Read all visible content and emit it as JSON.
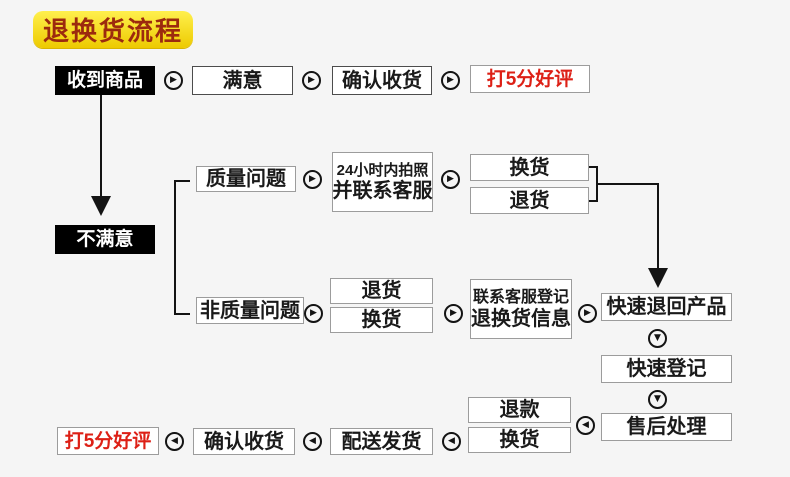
{
  "title": {
    "label": "退换货流程"
  },
  "colors": {
    "page-bg": "#f5f5f5",
    "box-bg": "#ffffff",
    "border-gray": "#9c9c9c",
    "border-dark": "#4c4c4c",
    "line-black": "#141414",
    "accent-red": "#dd2016",
    "title-text": "#9c2a0e",
    "title-bg-top": "#fff04d",
    "title-bg-bottom": "#edca00"
  },
  "icons": {
    "arrow_right": "▶",
    "arrow_down": "▼",
    "arrow_left": "◀"
  },
  "nodes": {
    "received": "收到商品",
    "satisfied": "满意",
    "confirm_top": "确认收货",
    "five_star_top": "打5分好评",
    "unsatisfied": "不满意",
    "quality": "质量问题",
    "photo_line1": "24小时内拍照",
    "photo_line2": "并联系客服",
    "q_exchange": "换货",
    "q_return": "退货",
    "non_quality": "非质量问题",
    "nq_return": "退货",
    "nq_exchange": "换货",
    "contact_line1": "联系客服登记",
    "contact_line2": "退换货信息",
    "fast_return": "快速退回产品",
    "fast_register": "快速登记",
    "after_sales": "售后处理",
    "refund": "退款",
    "b_exchange": "换货",
    "delivery": "配送发货",
    "confirm_bottom": "确认收货",
    "five_star_bottom": "打5分好评"
  }
}
